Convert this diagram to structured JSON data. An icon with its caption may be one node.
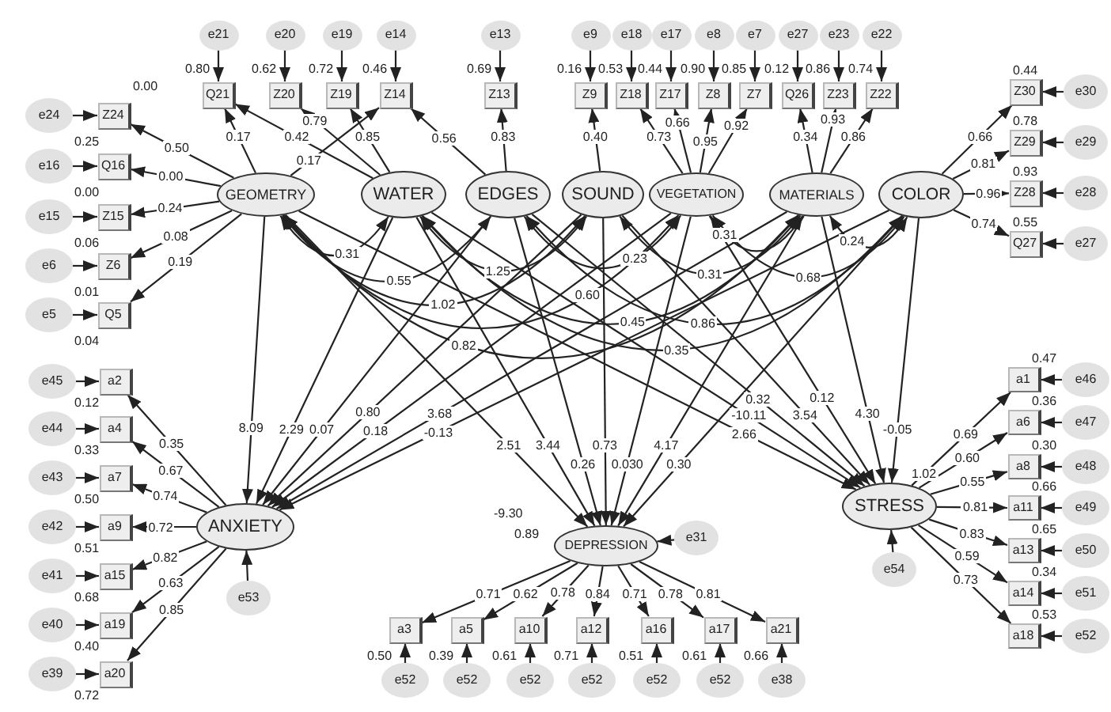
{
  "diagram": {
    "nodes": [
      {
        "text": [
          "e21"
        ]
      },
      {
        "text": [
          "e20"
        ]
      },
      {
        "text": [
          "e19"
        ]
      },
      {
        "text": [
          "e14"
        ]
      },
      {
        "text": [
          "e13"
        ]
      },
      {
        "text": [
          "e9"
        ]
      },
      {
        "text": [
          "e18"
        ]
      },
      {
        "text": [
          "e17"
        ]
      },
      {
        "text": [
          "e8"
        ]
      },
      {
        "text": [
          "e7"
        ]
      },
      {
        "text": [
          "e27"
        ]
      },
      {
        "text": [
          "e23"
        ]
      },
      {
        "text": [
          "e22"
        ]
      },
      {
        "text": [
          "Q21"
        ],
        "beside": [
          "0.80"
        ]
      },
      {
        "text": [
          "Z20"
        ],
        "beside": [
          "0.62"
        ]
      },
      {
        "text": [
          "Z19"
        ],
        "beside": [
          "0.72"
        ]
      },
      {
        "text": [
          "Z14"
        ],
        "beside": [
          "0.46"
        ]
      },
      {
        "text": [
          "Z13"
        ],
        "beside": [
          "0.69"
        ]
      },
      {
        "text": [
          "Z9"
        ],
        "beside": [
          "0.16"
        ]
      },
      {
        "text": [
          "Z18"
        ],
        "beside": [
          "0.53"
        ]
      },
      {
        "text": [
          "Z17"
        ],
        "beside": [
          "0.44"
        ]
      },
      {
        "text": [
          "Z8"
        ],
        "beside": [
          "0.90"
        ]
      },
      {
        "text": [
          "Z7"
        ],
        "beside": [
          "0.85"
        ]
      },
      {
        "text": [
          "Q26"
        ],
        "beside": [
          "0.12"
        ]
      },
      {
        "text": [
          "Z23"
        ],
        "beside": [
          "0.86"
        ]
      },
      {
        "text": [
          "Z22"
        ],
        "beside": [
          "0.74"
        ]
      },
      {
        "text": [
          "Z30"
        ],
        "beside": [
          "0.44"
        ]
      },
      {
        "text": [
          "e30"
        ]
      },
      {
        "text": [
          "Z29"
        ],
        "beside": [
          "0.78"
        ]
      },
      {
        "text": [
          "e29"
        ]
      },
      {
        "text": [
          "Z28"
        ],
        "beside": [
          "0.93"
        ]
      },
      {
        "text": [
          "e28"
        ]
      },
      {
        "text": [
          "Q27"
        ],
        "beside": [
          "0.55"
        ]
      },
      {
        "text": [
          "e27"
        ]
      },
      {
        "text": [
          "e24"
        ]
      },
      {
        "text": [
          "Z24"
        ],
        "beside": [
          "0.00",
          "0.25"
        ]
      },
      {
        "text": [
          "e16"
        ]
      },
      {
        "text": [
          "Q16"
        ],
        "beside": [
          "0.00"
        ]
      },
      {
        "text": [
          "e15"
        ]
      },
      {
        "text": [
          "Z15"
        ],
        "beside": [
          "0.06"
        ]
      },
      {
        "text": [
          "e6"
        ]
      },
      {
        "text": [
          "Z6"
        ],
        "beside": [
          "0.01"
        ]
      },
      {
        "text": [
          "e5"
        ]
      },
      {
        "text": [
          "Q5"
        ],
        "beside": [
          "0.04"
        ]
      },
      {
        "text": [
          "GEOMETRY"
        ]
      },
      {
        "text": [
          "WATER"
        ]
      },
      {
        "text": [
          "EDGES"
        ]
      },
      {
        "text": [
          "SOUND"
        ]
      },
      {
        "text": [
          "VEGETATION"
        ]
      },
      {
        "text": [
          "MATERIALS"
        ]
      },
      {
        "text": [
          "COLOR"
        ]
      },
      {
        "text": [
          "e45"
        ]
      },
      {
        "text": [
          "a2"
        ],
        "beside": [
          "0.12"
        ]
      },
      {
        "text": [
          "e44"
        ]
      },
      {
        "text": [
          "a4"
        ],
        "beside": [
          "0.33"
        ]
      },
      {
        "text": [
          "e43"
        ]
      },
      {
        "text": [
          "a7"
        ],
        "beside": [
          "0.50"
        ]
      },
      {
        "text": [
          "e42"
        ]
      },
      {
        "text": [
          "a9"
        ],
        "beside": [
          "0.51"
        ]
      },
      {
        "text": [
          "e41"
        ]
      },
      {
        "text": [
          "a15"
        ],
        "beside": [
          "0.68"
        ]
      },
      {
        "text": [
          "e40"
        ]
      },
      {
        "text": [
          "a19"
        ],
        "beside": [
          "0.40"
        ]
      },
      {
        "text": [
          "e39"
        ]
      },
      {
        "text": [
          "a20"
        ],
        "beside": [
          "0.72"
        ]
      },
      {
        "text": [
          "ANXIETY"
        ]
      },
      {
        "text": [
          "e53"
        ]
      },
      {
        "text": [
          "a1"
        ],
        "beside": [
          "0.47"
        ]
      },
      {
        "text": [
          "e46"
        ]
      },
      {
        "text": [
          "a6"
        ],
        "beside": [
          "0.36"
        ]
      },
      {
        "text": [
          "e47"
        ]
      },
      {
        "text": [
          "a8"
        ],
        "beside": [
          "0.30"
        ]
      },
      {
        "text": [
          "e48"
        ]
      },
      {
        "text": [
          "a11"
        ],
        "beside": [
          "0.66"
        ]
      },
      {
        "text": [
          "e49"
        ]
      },
      {
        "text": [
          "a13"
        ],
        "beside": [
          "0.65"
        ]
      },
      {
        "text": [
          "e50"
        ]
      },
      {
        "text": [
          "a14"
        ],
        "beside": [
          "0.34"
        ]
      },
      {
        "text": [
          "e51"
        ]
      },
      {
        "text": [
          "a18"
        ],
        "beside": [
          "0.53"
        ]
      },
      {
        "text": [
          "e52"
        ]
      },
      {
        "text": [
          "STRESS"
        ],
        "beside": [
          "1.02"
        ]
      },
      {
        "text": [
          "e54"
        ]
      },
      {
        "text": [
          "DEPRESSION"
        ],
        "beside": [
          "0.89"
        ]
      },
      {
        "text": [
          "e31"
        ]
      },
      {
        "text": [
          "a3"
        ],
        "beside": [
          "0.50"
        ]
      },
      {
        "text": [
          "a5"
        ],
        "beside": [
          "0.39"
        ]
      },
      {
        "text": [
          "a10"
        ],
        "beside": [
          "0.61"
        ]
      },
      {
        "text": [
          "a12"
        ],
        "beside": [
          "0.71"
        ]
      },
      {
        "text": [
          "a16"
        ],
        "beside": [
          "0.51"
        ]
      },
      {
        "text": [
          "a17"
        ],
        "beside": [
          "0.61"
        ]
      },
      {
        "text": [
          "a21"
        ],
        "beside": [
          "0.66"
        ]
      },
      {
        "text": [
          "e52"
        ]
      },
      {
        "text": [
          "e52"
        ]
      },
      {
        "text": [
          "e52"
        ]
      },
      {
        "text": [
          "e52"
        ]
      },
      {
        "text": [
          "e52"
        ]
      },
      {
        "text": [
          "e52"
        ]
      },
      {
        "text": [
          "e38"
        ]
      }
    ],
    "edges": [
      {
        "from": 0,
        "to": 13,
        "arrow": "to"
      },
      {
        "from": 1,
        "to": 14,
        "arrow": "to"
      },
      {
        "from": 2,
        "to": 15,
        "arrow": "to"
      },
      {
        "from": 3,
        "to": 16,
        "arrow": "to"
      },
      {
        "from": 4,
        "to": 17,
        "arrow": "to"
      },
      {
        "from": 5,
        "to": 18,
        "arrow": "to"
      },
      {
        "from": 6,
        "to": 19,
        "arrow": "to"
      },
      {
        "from": 7,
        "to": 20,
        "arrow": "to"
      },
      {
        "from": 8,
        "to": 21,
        "arrow": "to"
      },
      {
        "from": 9,
        "to": 22,
        "arrow": "to"
      },
      {
        "from": 10,
        "to": 23,
        "arrow": "to"
      },
      {
        "from": 11,
        "to": 24,
        "arrow": "to"
      },
      {
        "from": 12,
        "to": 25,
        "arrow": "to"
      },
      {
        "from": 44,
        "to": 13,
        "arrow": "to",
        "label": "0.17"
      },
      {
        "from": 45,
        "to": 13,
        "arrow": "to",
        "label": "0.42"
      },
      {
        "from": 45,
        "to": 14,
        "arrow": "to",
        "label": "0.79"
      },
      {
        "from": 45,
        "to": 15,
        "arrow": "to",
        "label": "0.85"
      },
      {
        "from": 44,
        "to": 16,
        "arrow": "to",
        "label": "0.17"
      },
      {
        "from": 46,
        "to": 16,
        "arrow": "to",
        "label": "0.56"
      },
      {
        "from": 46,
        "to": 17,
        "arrow": "to",
        "label": "0.83"
      },
      {
        "from": 47,
        "to": 18,
        "arrow": "to",
        "label": "0.40"
      },
      {
        "from": 48,
        "to": 19,
        "arrow": "to",
        "label": "0.73"
      },
      {
        "from": 48,
        "to": 20,
        "arrow": "to",
        "label": "0.66"
      },
      {
        "from": 48,
        "to": 21,
        "arrow": "to",
        "label": "0.95"
      },
      {
        "from": 48,
        "to": 22,
        "arrow": "to",
        "label": "0.92"
      },
      {
        "from": 49,
        "to": 23,
        "arrow": "to",
        "label": "0.34"
      },
      {
        "from": 49,
        "to": 24,
        "arrow": "to",
        "label": "0.93"
      },
      {
        "from": 49,
        "to": 25,
        "arrow": "to",
        "label": "0.86"
      },
      {
        "from": 50,
        "to": 26,
        "arrow": "to",
        "label": "0.66"
      },
      {
        "from": 27,
        "to": 26,
        "arrow": "to"
      },
      {
        "from": 50,
        "to": 28,
        "arrow": "to",
        "label": "0.81"
      },
      {
        "from": 29,
        "to": 28,
        "arrow": "to"
      },
      {
        "from": 50,
        "to": 30,
        "arrow": "to",
        "label": "0.96"
      },
      {
        "from": 31,
        "to": 30,
        "arrow": "to"
      },
      {
        "from": 50,
        "to": 32,
        "arrow": "to",
        "label": "0.74"
      },
      {
        "from": 33,
        "to": 32,
        "arrow": "to"
      },
      {
        "from": 34,
        "to": 35,
        "arrow": "to"
      },
      {
        "from": 44,
        "to": 35,
        "arrow": "to",
        "label": "0.50"
      },
      {
        "from": 36,
        "to": 37,
        "arrow": "to"
      },
      {
        "from": 44,
        "to": 37,
        "arrow": "to",
        "label": "0.00"
      },
      {
        "from": 38,
        "to": 39,
        "arrow": "to"
      },
      {
        "from": 44,
        "to": 39,
        "arrow": "to",
        "label": "0.24"
      },
      {
        "from": 40,
        "to": 41,
        "arrow": "to"
      },
      {
        "from": 44,
        "to": 41,
        "arrow": "to",
        "label": "0.08"
      },
      {
        "from": 42,
        "to": 43,
        "arrow": "to"
      },
      {
        "from": 44,
        "to": 43,
        "arrow": "to",
        "label": "0.19"
      },
      {
        "from": 44,
        "to": 45,
        "arrow": "both",
        "label": "0.31"
      },
      {
        "from": 44,
        "to": 46,
        "arrow": "both",
        "label": "0.55"
      },
      {
        "from": 45,
        "to": 47,
        "arrow": "both",
        "label": "1.25"
      },
      {
        "from": 44,
        "to": 47,
        "arrow": "both",
        "label": "1.02"
      },
      {
        "from": 46,
        "to": 48,
        "arrow": "both",
        "label": "0.23"
      },
      {
        "from": 44,
        "to": 48,
        "arrow": "both",
        "label": "0.60"
      },
      {
        "from": 45,
        "to": 49,
        "arrow": "both",
        "label": "0.45"
      },
      {
        "from": 44,
        "to": 49,
        "arrow": "both",
        "label": "0.82"
      },
      {
        "from": 47,
        "to": 49,
        "arrow": "both",
        "label": "0.31"
      },
      {
        "from": 48,
        "to": 50,
        "arrow": "both",
        "label": "0.68"
      },
      {
        "from": 49,
        "to": 50,
        "arrow": "both",
        "label": "0.24"
      },
      {
        "from": 46,
        "to": 50,
        "arrow": "both",
        "label": "0.86"
      },
      {
        "from": 45,
        "to": 50,
        "arrow": "both",
        "label": "0.35"
      },
      {
        "from": 48,
        "to": 49,
        "arrow": "both",
        "label": "0.31"
      },
      {
        "from": 44,
        "to": 65,
        "arrow": "to",
        "label": "8.09"
      },
      {
        "from": 45,
        "to": 65,
        "arrow": "to",
        "label": "2.29"
      },
      {
        "from": 46,
        "to": 65,
        "arrow": "to",
        "label": "0.07"
      },
      {
        "from": 47,
        "to": 65,
        "arrow": "to",
        "label": "0.80"
      },
      {
        "from": 48,
        "to": 65,
        "arrow": "to",
        "label": "0.18"
      },
      {
        "from": 49,
        "to": 65,
        "arrow": "to",
        "label": "3.68"
      },
      {
        "from": 50,
        "to": 65,
        "arrow": "to",
        "label": "-0.13"
      },
      {
        "from": 44,
        "to": 83,
        "arrow": "to",
        "label": "2.51"
      },
      {
        "from": 45,
        "to": 83,
        "arrow": "to",
        "label": "3.44"
      },
      {
        "from": 46,
        "to": 83,
        "arrow": "to",
        "label": "0.26"
      },
      {
        "from": 47,
        "to": 83,
        "arrow": "to",
        "label": "0.73"
      },
      {
        "from": 48,
        "to": 83,
        "arrow": "to",
        "label": "0.030"
      },
      {
        "from": 49,
        "to": 83,
        "arrow": "to",
        "label": "4.17"
      },
      {
        "from": 50,
        "to": 83,
        "arrow": "to",
        "label": "0.30"
      },
      {
        "from": 44,
        "to": 81,
        "arrow": "to",
        "label": "2.66"
      },
      {
        "from": 45,
        "to": 81,
        "arrow": "to",
        "label": "-10.11"
      },
      {
        "from": 46,
        "to": 81,
        "arrow": "to",
        "label": "0.32"
      },
      {
        "from": 47,
        "to": 81,
        "arrow": "to",
        "label": "3.54"
      },
      {
        "from": 48,
        "to": 81,
        "arrow": "to",
        "label": "0.12"
      },
      {
        "from": 49,
        "to": 81,
        "arrow": "to",
        "label": "4.30"
      },
      {
        "from": 50,
        "to": 81,
        "arrow": "to",
        "label": "-0.05"
      },
      {
        "from": 65,
        "to": 52,
        "arrow": "to",
        "label": "0.35"
      },
      {
        "from": 51,
        "to": 52,
        "arrow": "to"
      },
      {
        "from": 65,
        "to": 54,
        "arrow": "to",
        "label": "0.67"
      },
      {
        "from": 53,
        "to": 54,
        "arrow": "to"
      },
      {
        "from": 65,
        "to": 56,
        "arrow": "to",
        "label": "0.74"
      },
      {
        "from": 55,
        "to": 56,
        "arrow": "to"
      },
      {
        "from": 65,
        "to": 58,
        "arrow": "to",
        "label": "0.72"
      },
      {
        "from": 57,
        "to": 58,
        "arrow": "to"
      },
      {
        "from": 65,
        "to": 60,
        "arrow": "to",
        "label": "0.82"
      },
      {
        "from": 59,
        "to": 60,
        "arrow": "to"
      },
      {
        "from": 65,
        "to": 62,
        "arrow": "to",
        "label": "0.63"
      },
      {
        "from": 61,
        "to": 62,
        "arrow": "to"
      },
      {
        "from": 65,
        "to": 64,
        "arrow": "to",
        "label": "0.85"
      },
      {
        "from": 63,
        "to": 64,
        "arrow": "to"
      },
      {
        "from": 66,
        "to": 65,
        "arrow": "to"
      },
      {
        "from": 81,
        "to": 67,
        "arrow": "to",
        "label": "0.69"
      },
      {
        "from": 68,
        "to": 67,
        "arrow": "to"
      },
      {
        "from": 81,
        "to": 69,
        "arrow": "to",
        "label": "0.60"
      },
      {
        "from": 70,
        "to": 69,
        "arrow": "to"
      },
      {
        "from": 81,
        "to": 71,
        "arrow": "to",
        "label": "0.55"
      },
      {
        "from": 72,
        "to": 71,
        "arrow": "to"
      },
      {
        "from": 81,
        "to": 73,
        "arrow": "to",
        "label": "0.81"
      },
      {
        "from": 74,
        "to": 73,
        "arrow": "to"
      },
      {
        "from": 81,
        "to": 75,
        "arrow": "to",
        "label": "0.83"
      },
      {
        "from": 76,
        "to": 75,
        "arrow": "to"
      },
      {
        "from": 81,
        "to": 77,
        "arrow": "to",
        "label": "0.59"
      },
      {
        "from": 78,
        "to": 77,
        "arrow": "to"
      },
      {
        "from": 81,
        "to": 79,
        "arrow": "to",
        "label": "0.73"
      },
      {
        "from": 80,
        "to": 79,
        "arrow": "to"
      },
      {
        "from": 82,
        "to": 81,
        "arrow": "to"
      },
      {
        "from": 84,
        "to": 83,
        "arrow": "to"
      },
      {
        "from": 83,
        "to": 85,
        "arrow": "to",
        "label": "0.71"
      },
      {
        "from": 92,
        "to": 85,
        "arrow": "to"
      },
      {
        "from": 83,
        "to": 86,
        "arrow": "to",
        "label": "0.62"
      },
      {
        "from": 93,
        "to": 86,
        "arrow": "to"
      },
      {
        "from": 83,
        "to": 87,
        "arrow": "to",
        "label": "0.78"
      },
      {
        "from": 94,
        "to": 87,
        "arrow": "to"
      },
      {
        "from": 83,
        "to": 88,
        "arrow": "to",
        "label": "0.84"
      },
      {
        "from": 95,
        "to": 88,
        "arrow": "to"
      },
      {
        "from": 83,
        "to": 89,
        "arrow": "to",
        "label": "0.71"
      },
      {
        "from": 96,
        "to": 89,
        "arrow": "to"
      },
      {
        "from": 83,
        "to": 90,
        "arrow": "to",
        "label": "0.78"
      },
      {
        "from": 97,
        "to": 90,
        "arrow": "to"
      },
      {
        "from": 83,
        "to": 91,
        "arrow": "to",
        "label": "0.81"
      },
      {
        "from": 98,
        "to": 91,
        "arrow": "to"
      }
    ],
    "labels": [
      "-9.30"
    ]
  }
}
